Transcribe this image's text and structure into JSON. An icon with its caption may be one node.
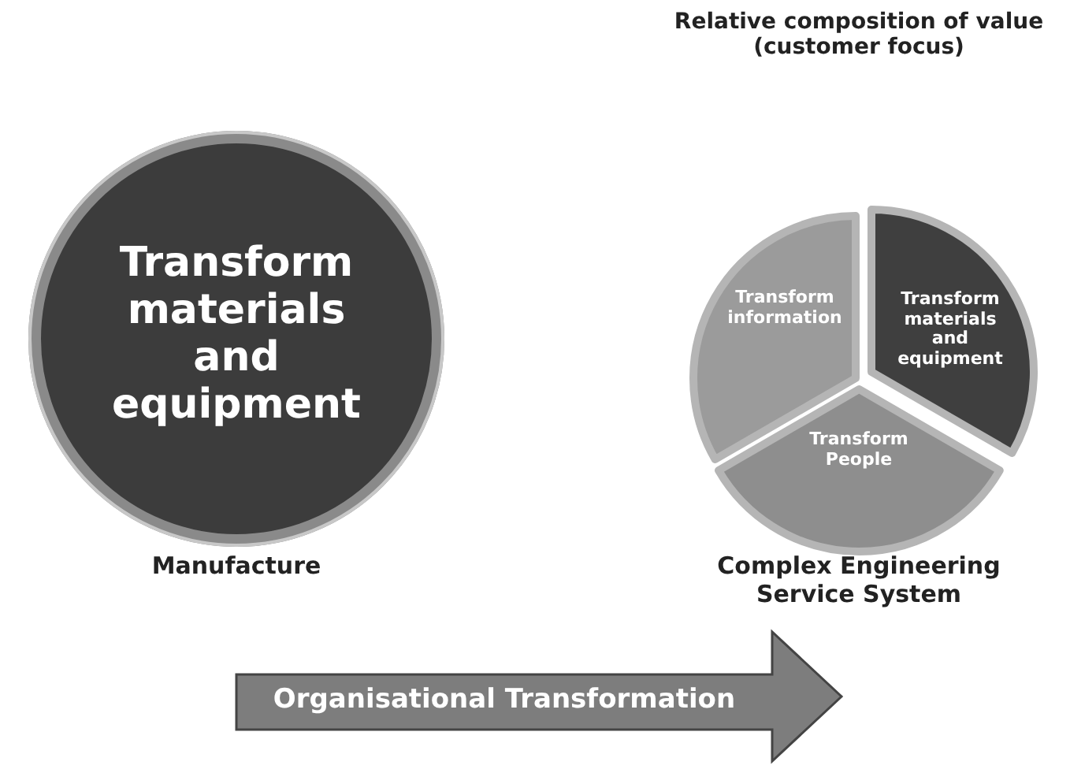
{
  "diagram": {
    "title": "Relative composition of value  (customer focus)",
    "nodes": [
      {
        "text": [
          "Transform materials and equipment"
        ]
      },
      {
        "text": [
          "Transform information"
        ]
      },
      {
        "text": [
          "Transform materials and equipment"
        ]
      },
      {
        "text": [
          "Transform People"
        ]
      },
      {
        "text": [
          "Organisational Transformation"
        ]
      }
    ],
    "labels": [
      "Manufacture",
      "Complex Engineering Service System"
    ]
  }
}
